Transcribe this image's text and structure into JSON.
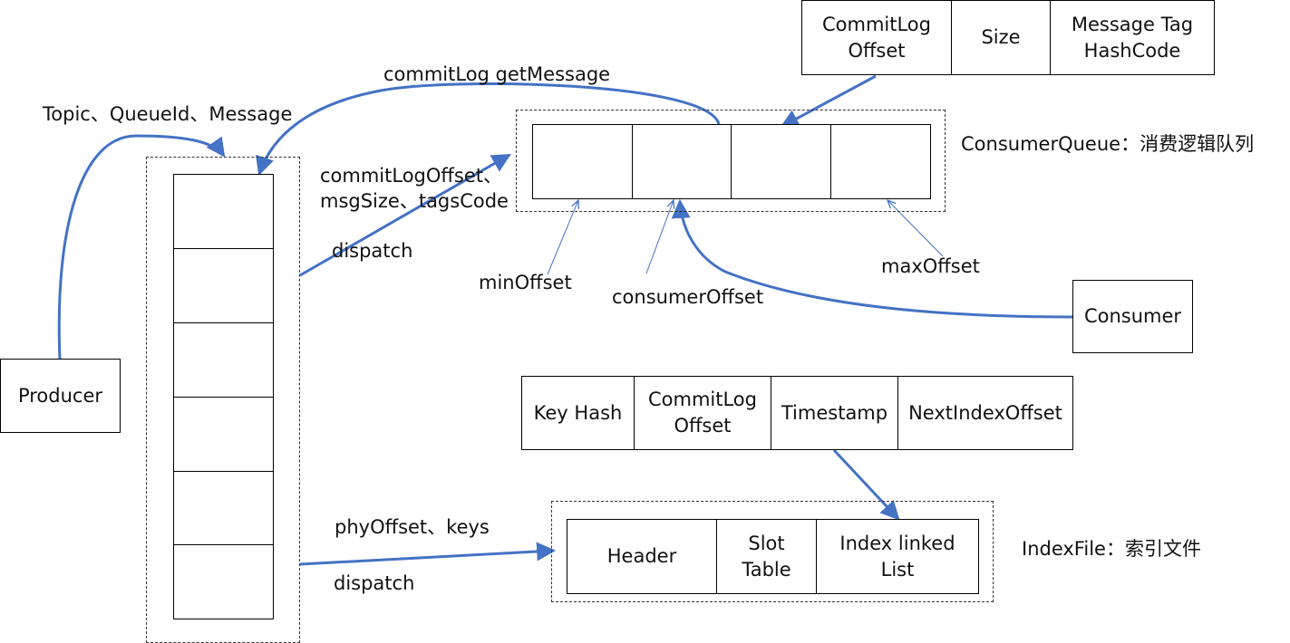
{
  "producer": {
    "label": "Producer"
  },
  "consumer": {
    "label": "Consumer"
  },
  "labels": {
    "topic_queue_message": "Topic、QueueId、Message",
    "commitlog_getmessage": "commitLog getMessage",
    "dispatch_fields": "commitLogOffset、\nmsgSize、tagsCode",
    "dispatch_consumerqueue": "dispatch",
    "min_offset": "minOffset",
    "consumer_offset": "consumerOffset",
    "max_offset": "maxOffset",
    "phy_offset_keys": "phyOffset、keys",
    "dispatch_indexfile": "dispatch"
  },
  "consumer_queue": {
    "title": "ConsumerQueue：消费逻辑队列"
  },
  "consumer_queue_entry": {
    "fields": [
      "CommitLog\nOffset",
      "Size",
      "Message Tag\nHashCode"
    ]
  },
  "index_entry": {
    "fields": [
      "Key Hash",
      "CommitLog\nOffset",
      "Timestamp",
      "NextIndexOffset"
    ]
  },
  "index_file": {
    "title": "IndexFile：索引文件",
    "sections": [
      "Header",
      "Slot\nTable",
      "Index linked\nList"
    ]
  },
  "colors": {
    "arrow": "#4472C4",
    "border": "#000000"
  }
}
